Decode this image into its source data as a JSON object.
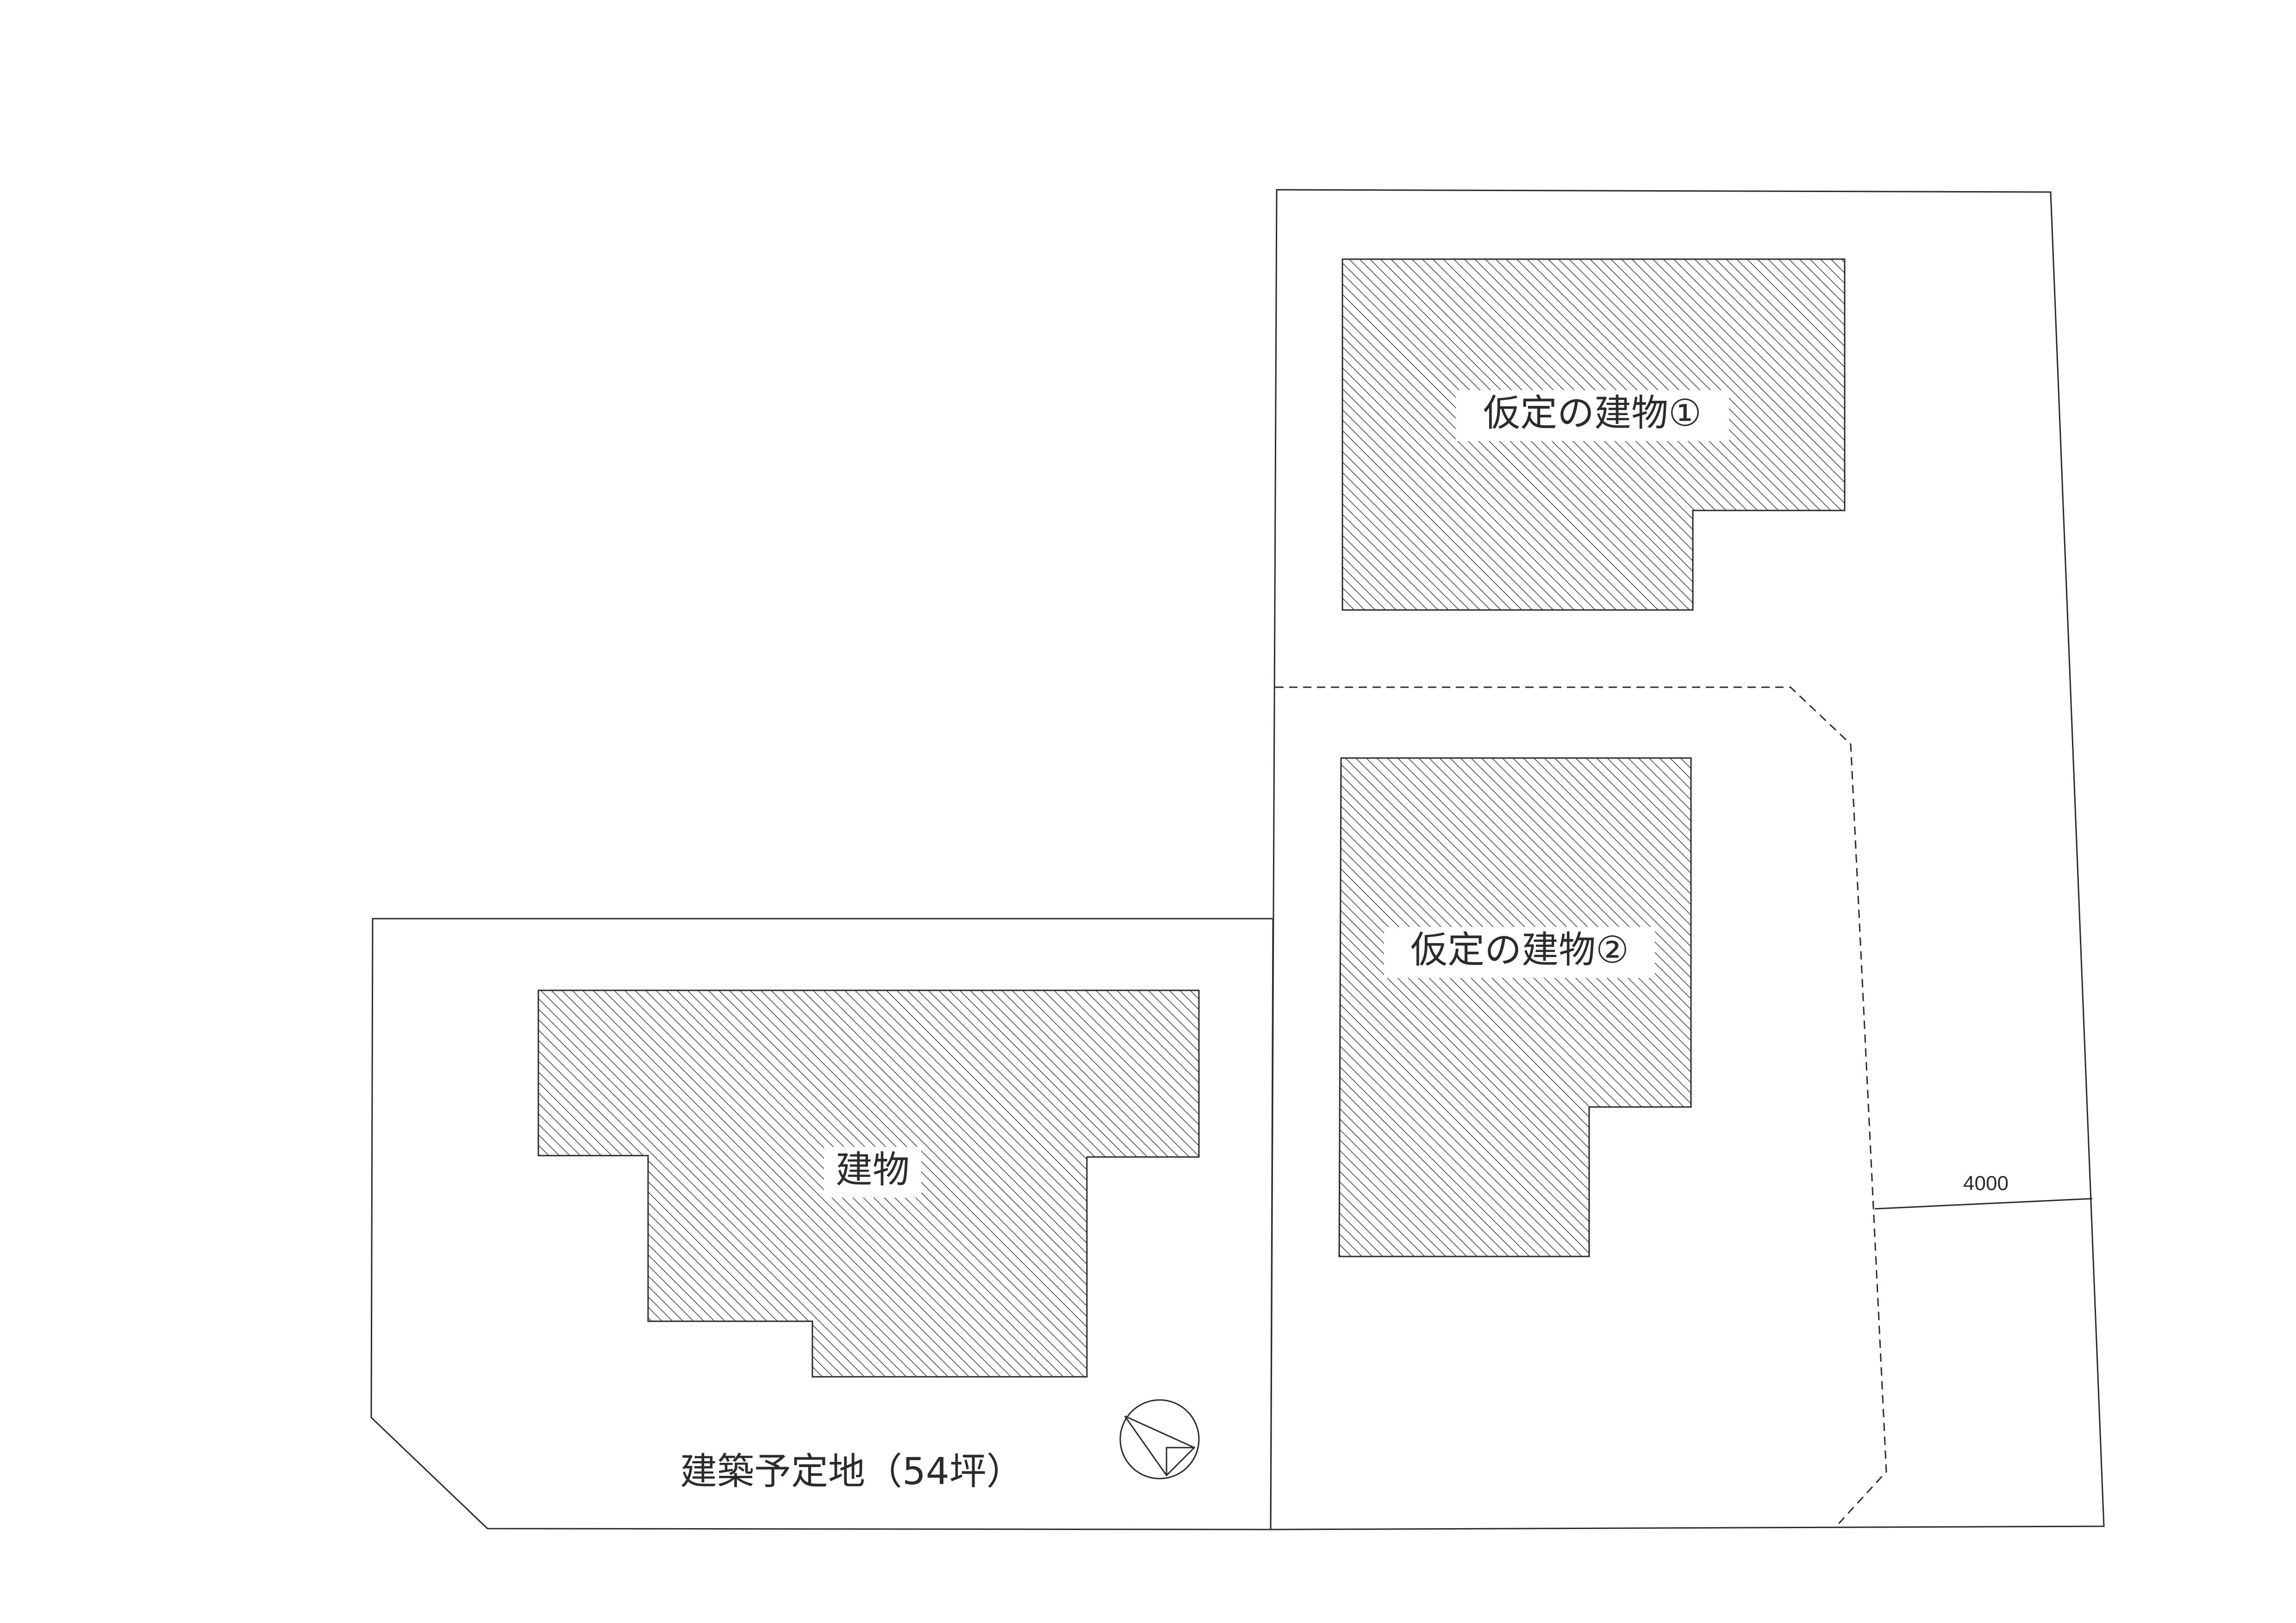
{
  "labels": {
    "building_1": "仮定の建物①",
    "building_2": "仮定の建物②",
    "building_main": "建物",
    "site": "建築予定地（54坪）",
    "dimension": "4000"
  }
}
